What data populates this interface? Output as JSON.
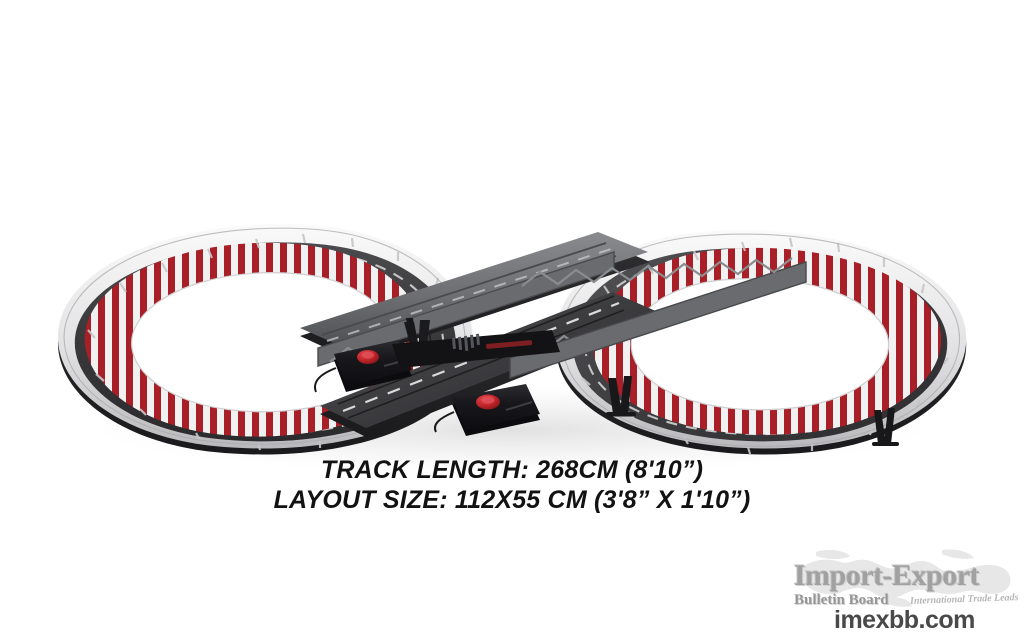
{
  "background_color": "#ffffff",
  "product": {
    "name": "slot-car-racing-track-set",
    "alt_description": "Figure-eight slot car racing track set with overpass bridge and two hand controllers",
    "colors": {
      "asphalt": "#3a3a3c",
      "asphalt_dark": "#2a2a2c",
      "barrier": "#e9e9ea",
      "barrier_shadow": "#c2c2c4",
      "curb_red": "#a81f27",
      "curb_white": "#f2f2f2",
      "lane_line": "#e8e8e8",
      "controller_body": "#17171a",
      "controller_trigger": "#c0272d",
      "bridge_gray": "#6f7073",
      "support_leg": "#1b1b1d"
    }
  },
  "caption": {
    "name": "product-spec-caption",
    "lines": [
      "TRACK LENGTH: 268CM (8'10”)",
      "LAYOUT SIZE: 112X55 CM (3'8” X 1'10”)"
    ],
    "track_length_label": "TRACK LENGTH:",
    "track_length_value": "268CM (8'10”)",
    "layout_size_label": "LAYOUT SIZE:",
    "layout_size_value": "112X55 CM (3'8” X 1'10”)"
  },
  "watermark": {
    "name": "imexbb-watermark",
    "title": "Import-Export",
    "subtitle": "Bulletin Board",
    "tagline": "International Trade Leads",
    "domain": "imexbb.com",
    "title_color": "#9a9a9a",
    "domain_color": "#3a3a3a"
  }
}
